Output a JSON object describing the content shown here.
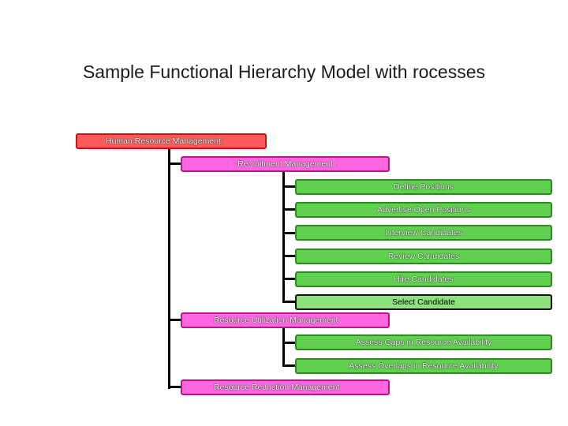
{
  "title": "Sample Functional Hierarchy Model with rocesses",
  "root": "Human Resource Management",
  "groups": [
    {
      "label": "Recruitment Management",
      "processes": [
        "Define Positions",
        "Advertise Open Positions",
        "Interview Candidates",
        "Review Candidates",
        "Hire Candidates",
        "Select Candidate"
      ]
    },
    {
      "label": "Resource Utilization Management",
      "processes": [
        "Assess Gaps in Resource Availability",
        "Assess Overlaps in Resource Availability"
      ]
    },
    {
      "label": "Resource Reduction Management",
      "processes": []
    }
  ],
  "colors": {
    "root": "#ff5a5a",
    "management": "#ff66e0",
    "process": "#5fd14e",
    "selected_process": "#8fe07f"
  }
}
